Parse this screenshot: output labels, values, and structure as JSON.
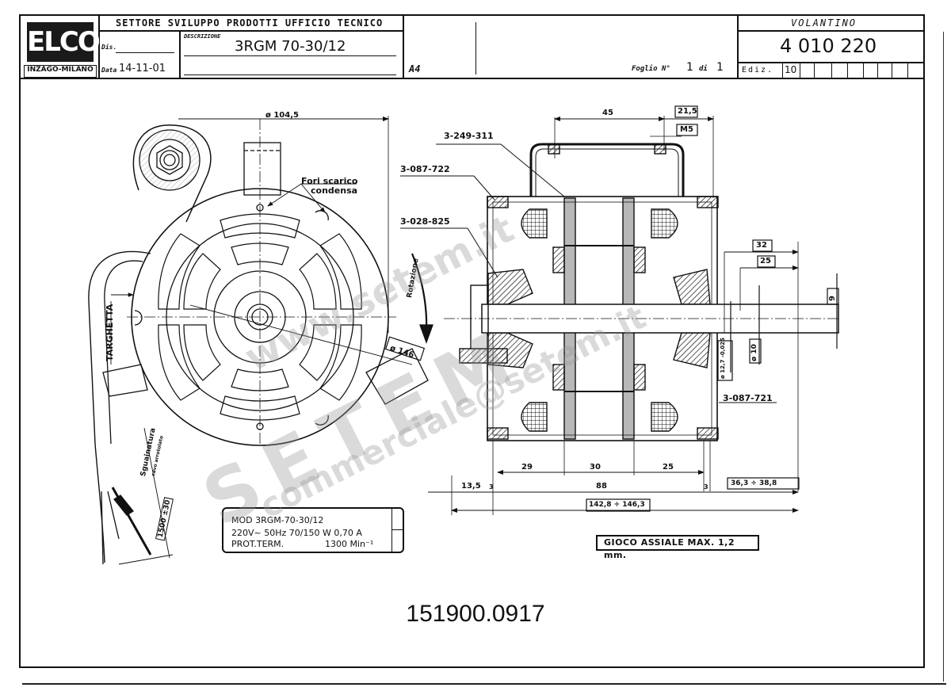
{
  "title_block": {
    "logo_text": "ELCO",
    "logo_subtitle": "INZAGO-MILANO",
    "department": "SETTORE SVILUPPO PRODOTTI UFFICIO TECNICO",
    "dis_label": "Dis.",
    "dis_value": "",
    "data_label": "Data",
    "data_value": "14-11-01",
    "descrizione_label": "DESCRIZIONE",
    "descrizione_value": "3RGM 70-30/12",
    "format": "A4",
    "foglio_label": "Foglio N°",
    "foglio_value": "1",
    "di_label": "di",
    "di_value": "1",
    "doc_type": "VOLANTINO",
    "drawing_number": "4 010 220",
    "ediz_label": "Ediz.",
    "ediz_value": "10"
  },
  "front_view": {
    "diameter_top": "ø 104,5",
    "diameter_flange": "ø 146",
    "drain_holes_line1": "Fori scarico",
    "drain_holes_line2": "condensa",
    "nameplate_label": "TARGHETTA",
    "rotation_label": "Rotazione",
    "cable_note_line1": "Sguainatura",
    "cable_note_line2": "cavo arrotolato",
    "cable_length": "1500 ±30"
  },
  "section_view": {
    "parts": [
      {
        "code": "3-249-311"
      },
      {
        "code": "3-087-722"
      },
      {
        "code": "3-028-825"
      },
      {
        "code": "3-087-721"
      }
    ],
    "dimensions": {
      "top_45": "45",
      "top_21_5": "21,5",
      "thread": "M5",
      "right_32": "32",
      "right_25": "25",
      "right_9": "9",
      "shaft_dia": "ø 10",
      "bearing_dia": "ø 12,7 -0,025",
      "stack_29": "29",
      "stack_30": "30",
      "stack_25": "25",
      "left_13_5": "13,5",
      "gap_left": "3",
      "body_88": "88",
      "gap_right": "3",
      "shaft_ext": "36,3 ÷ 38,8",
      "overall": "142,8 ÷ 146,3"
    },
    "axial_play": "GIOCO ASSIALE MAX. 1,2 mm."
  },
  "rating_plate": {
    "line1": "MOD 3RGM-70-30/12",
    "line2": "220V~  50Hz 70/150 W  0,70 A",
    "line3_left": "PROT.TERM.",
    "line3_right": "1300 Min⁻¹"
  },
  "watermark": {
    "line1": "www.setem.it",
    "line2": "SETEM",
    "line3": "commerciale@setem.it"
  },
  "footer": {
    "document_number": "151900.0917"
  }
}
